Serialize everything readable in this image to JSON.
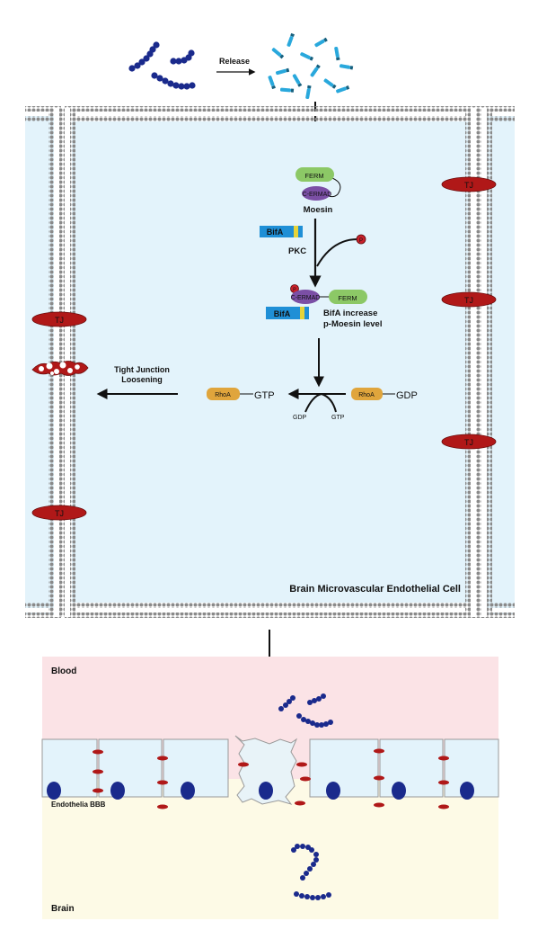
{
  "labels": {
    "release": "Release",
    "moesin": "Moesin",
    "ferm": "FERM",
    "c_ermad": "C-ERMAD",
    "bifa": "BifA",
    "pkc": "PKC",
    "phospho": "P",
    "bifa_increase_1": "BifA increase",
    "bifa_increase_2": "p-Moesin level",
    "tj_loosening_1": "Tight Junction",
    "tj_loosening_2": "Loosening",
    "rhoa": "RhoA",
    "gtp": "GTP",
    "gdp": "GDP",
    "gdp_small": "GDP",
    "gtp_small": "GTP",
    "tj": "TJ",
    "cell_name": "Brain Microvascular Endothelial Cell",
    "blood": "Blood",
    "brain": "Brain",
    "bbb": "Endothelia BBB"
  },
  "colors": {
    "bacteria": "#1a2a8c",
    "fragment": "#29a8dc",
    "cell_fill": "#e3f3fb",
    "membrane": "#8a8a8a",
    "tj": "#b01818",
    "ferm": "#8cc866",
    "ermad": "#7b4fa5",
    "bifa_blue": "#1f8fd6",
    "bifa_yellow": "#e6d43a",
    "rhoa": "#e0a53c",
    "blood_bg": "#fbe3e6",
    "brain_bg": "#fdfae6",
    "nucleus": "#1a2a8c"
  }
}
